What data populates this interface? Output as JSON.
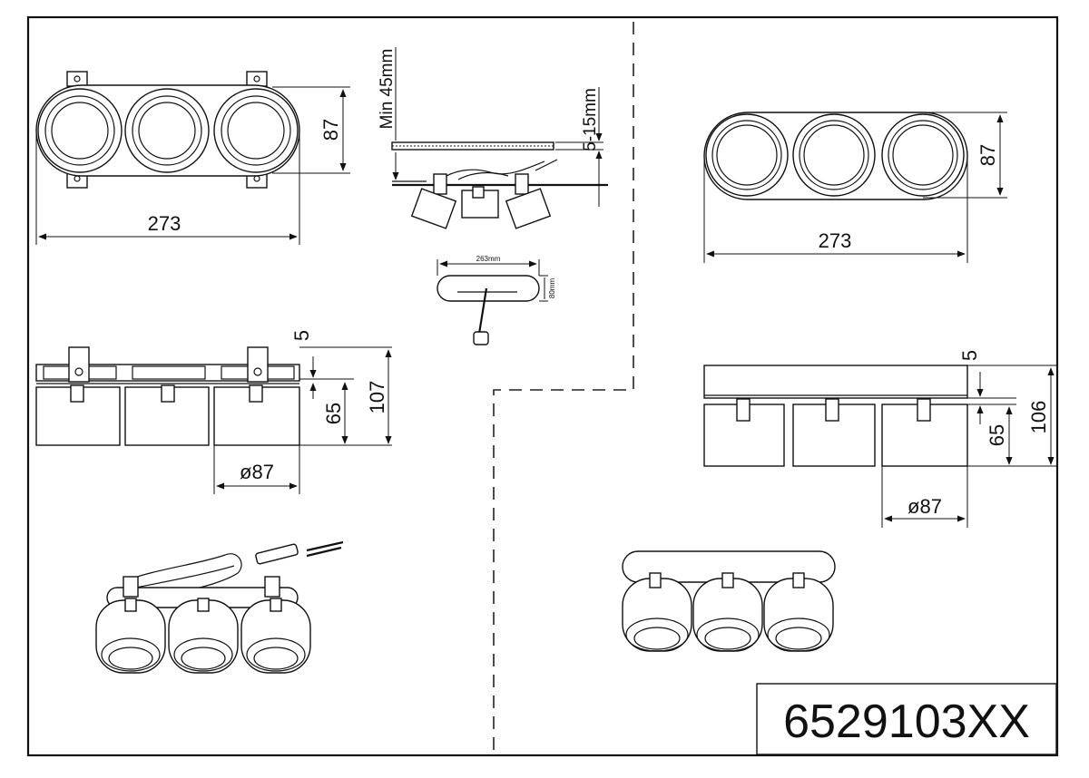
{
  "model_code": "6529103XX",
  "recessed": {
    "top_view": {
      "height_label": "87",
      "width_label": "273"
    },
    "side_view": {
      "rim_label": "5",
      "body_label": "65",
      "total_label": "107",
      "diameter_label": "ø87"
    }
  },
  "surface": {
    "top_view": {
      "height_label": "87",
      "width_label": "273"
    },
    "side_view": {
      "rim_label": "5",
      "body_label": "65",
      "total_label": "106",
      "diameter_label": "ø87"
    }
  },
  "installation": {
    "ceiling_label": "Min 45mm",
    "thickness_label": "5-15mm",
    "cutout_width_label": "263mm",
    "cutout_height_label": "80mm"
  }
}
